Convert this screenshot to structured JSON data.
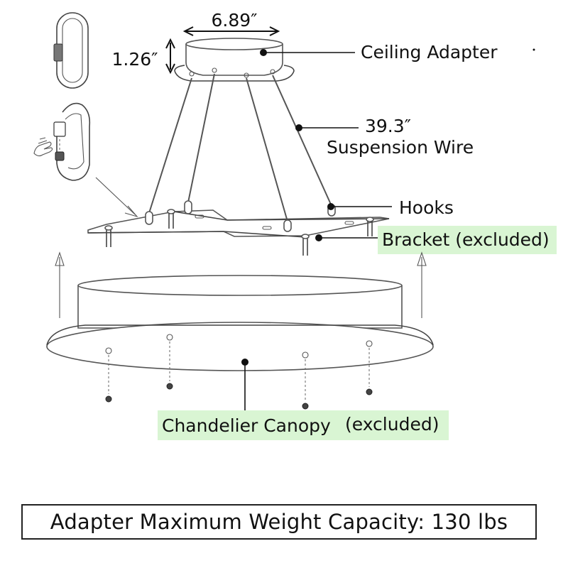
{
  "dimensions": {
    "adapter_width": "6.89″",
    "adapter_height": "1.26″",
    "wire_length": "39.3″"
  },
  "labels": {
    "ceiling_adapter": "Ceiling Adapter",
    "suspension_wire": "Suspension Wire",
    "hooks": "Hooks",
    "bracket": "Bracket (excluded)",
    "chandelier_canopy": "Chandelier Canopy",
    "canopy_excluded": "(excluded)"
  },
  "capacity_text": "Adapter Maximum Weight Capacity:  130 lbs",
  "colors": {
    "highlight": "#d9f5d3",
    "line": "#555555",
    "text": "#111111"
  },
  "icons": [
    "carabiner-closed-icon",
    "carabiner-open-icon",
    "hand-icon"
  ]
}
